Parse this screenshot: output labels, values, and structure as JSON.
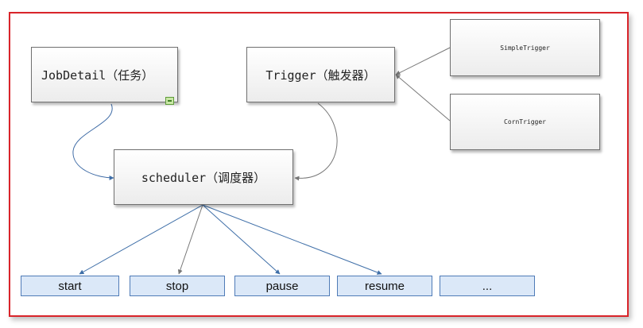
{
  "nodes": {
    "jobdetail": "JobDetail（任务）",
    "trigger": "Trigger（触发器）",
    "scheduler": "scheduler（调度器）",
    "simple_trigger": "SimpleTrigger",
    "corn_trigger": "CornTrigger"
  },
  "actions": [
    "start",
    "stop",
    "pause",
    "resume",
    "..."
  ],
  "colors": {
    "frame_border": "#d9242a",
    "action_fill": "#dbe8f8",
    "action_border": "#4f7bb7",
    "jobdetail_edge": "#3d6aa5",
    "gray_edge": "#777777",
    "blue_edge": "#3f6fa8"
  },
  "icons": {
    "collapse": "collapse-minus-icon"
  }
}
